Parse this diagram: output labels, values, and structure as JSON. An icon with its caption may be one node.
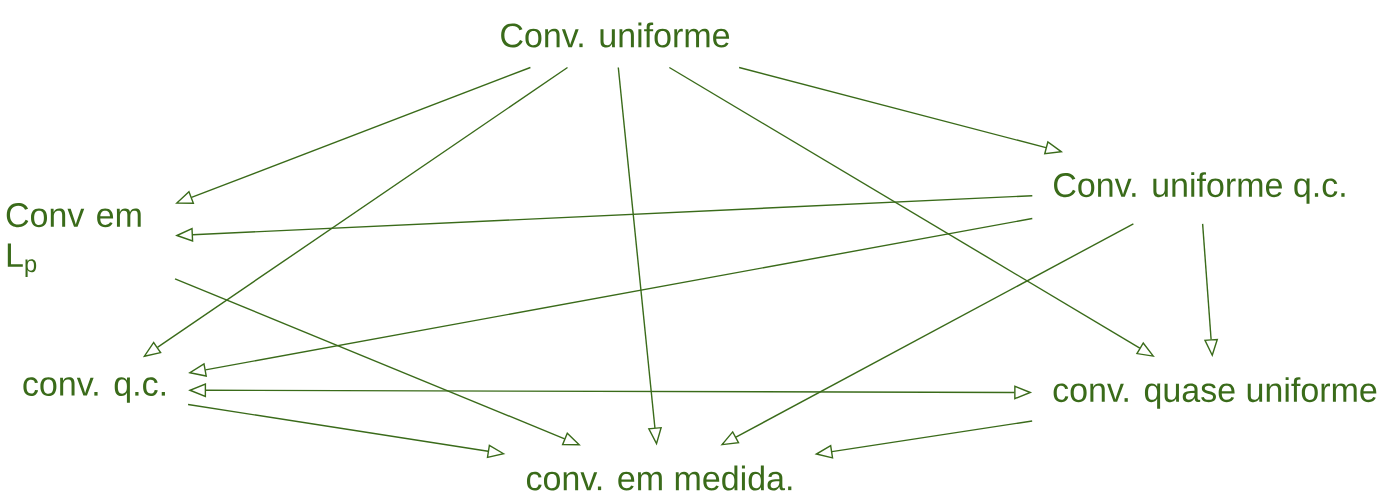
{
  "diagram": {
    "nodes": [
      {
        "text": [
          "Conv. uniforme"
        ]
      },
      {
        "text": [
          "Conv em L$_{p}$"
        ]
      },
      {
        "text": [
          "Conv. uniforme q.c."
        ]
      },
      {
        "text": [
          "conv. q.c."
        ]
      },
      {
        "text": [
          "conv. quase uniforme"
        ]
      },
      {
        "text": [
          "conv. em medida."
        ]
      }
    ],
    "edges": [
      {
        "from": 0,
        "to": 1,
        "arrow": "to"
      },
      {
        "from": 0,
        "to": 2,
        "arrow": "to"
      },
      {
        "from": 0,
        "to": 3,
        "arrow": "to"
      },
      {
        "from": 0,
        "to": 5,
        "arrow": "to"
      },
      {
        "from": 0,
        "to": 4,
        "arrow": "to"
      },
      {
        "from": 2,
        "to": 1,
        "arrow": "to"
      },
      {
        "from": 2,
        "to": 3,
        "arrow": "to"
      },
      {
        "from": 2,
        "to": 5,
        "arrow": "to"
      },
      {
        "from": 2,
        "to": 4,
        "arrow": "to"
      },
      {
        "from": 1,
        "to": 5,
        "arrow": "to"
      },
      {
        "from": 3,
        "to": 4,
        "arrow": "both"
      },
      {
        "from": 3,
        "to": 5,
        "arrow": "to"
      },
      {
        "from": 4,
        "to": 5,
        "arrow": "to"
      }
    ]
  }
}
